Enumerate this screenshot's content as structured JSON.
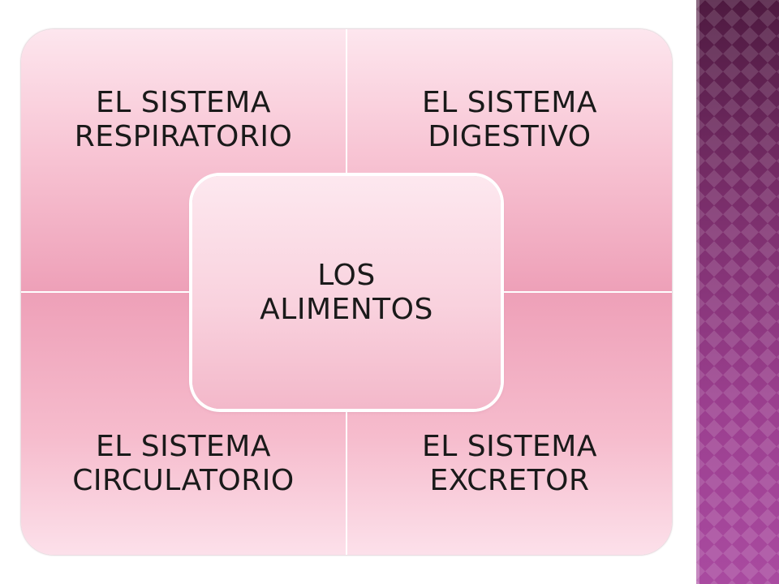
{
  "diagram": {
    "center": {
      "label": "LOS\nALIMENTOS"
    },
    "quadrants": {
      "top_left": {
        "label": "EL SISTEMA\nRESPIRATORIO"
      },
      "top_right": {
        "label": "EL SISTEMA\nDIGESTIVO"
      },
      "bottom_left": {
        "label": "EL SISTEMA\nCIRCULATORIO"
      },
      "bottom_right": {
        "label": "EL SISTEMA\nEXCRETOR"
      }
    }
  },
  "colors": {
    "quadrant_light": "#fde6ee",
    "quadrant_mid": "#f8c6d5",
    "quadrant_dark": "#eea0b8",
    "side_band_top": "#4e1a40",
    "side_band_bottom": "#a94aa0",
    "text": "#1a1a1a"
  }
}
